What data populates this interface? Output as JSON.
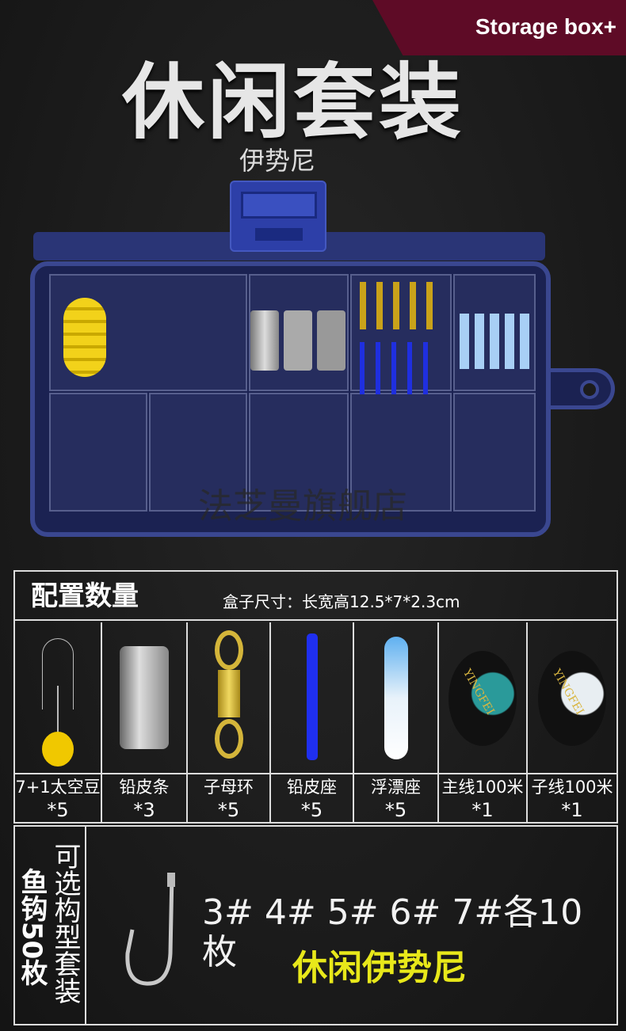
{
  "banner": {
    "label": "Storage box+",
    "color": "#5e0b26"
  },
  "title": "休闲套装",
  "subtitle": "伊势尼",
  "watermark": "法芝曼旗舰店",
  "config": {
    "heading": "配置数量",
    "box_size": "盒子尺寸：长宽高12.5*7*2.3cm",
    "items": [
      {
        "label": "7+1太空豆",
        "qty": "*5",
        "icon": "space-bean-stopper-icon"
      },
      {
        "label": "铅皮条",
        "qty": "*3",
        "icon": "lead-sheet-roll-icon"
      },
      {
        "label": "子母环",
        "qty": "*5",
        "icon": "swivel-icon"
      },
      {
        "label": "铅皮座",
        "qty": "*5",
        "icon": "lead-seat-icon"
      },
      {
        "label": "浮漂座",
        "qty": "*5",
        "icon": "float-seat-icon"
      },
      {
        "label": "主线100米",
        "qty": "*1",
        "icon": "main-line-spool-icon",
        "brand": "YINGFEI"
      },
      {
        "label": "子线100米",
        "qty": "*1",
        "icon": "leader-line-spool-icon",
        "brand": "YINGFEI"
      }
    ]
  },
  "hooks": {
    "left_label": "鱼钩50枚",
    "side_label": "可选构型套装",
    "sizes": "3# 4# 5# 6# 7#各10枚",
    "type": "休闲伊势尼",
    "type_color": "#e8e81a"
  }
}
